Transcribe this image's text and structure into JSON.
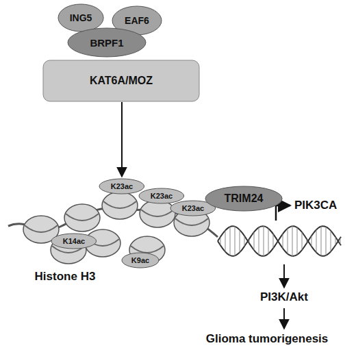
{
  "diagram": {
    "nodes": [
      {
        "text": [
          "ING5"
        ]
      },
      {
        "text": [
          "EAF6"
        ]
      },
      {
        "text": [
          "BRPF1"
        ]
      },
      {
        "text": [
          "KAT6A/MOZ"
        ]
      },
      {
        "text": [
          "K23ac"
        ]
      },
      {
        "text": [
          "K23ac"
        ]
      },
      {
        "text": [
          "K23ac"
        ]
      },
      {
        "text": [
          "K14ac"
        ]
      },
      {
        "text": [
          "K9ac"
        ]
      },
      {
        "text": [
          "TRIM24"
        ]
      }
    ],
    "edges": [
      {
        "from": 3,
        "to": 4,
        "arrow": "to"
      }
    ],
    "labels": [
      "Histone H3",
      "PIK3CA",
      "PI3K/Akt",
      "Glioma tumorigenesis"
    ]
  }
}
